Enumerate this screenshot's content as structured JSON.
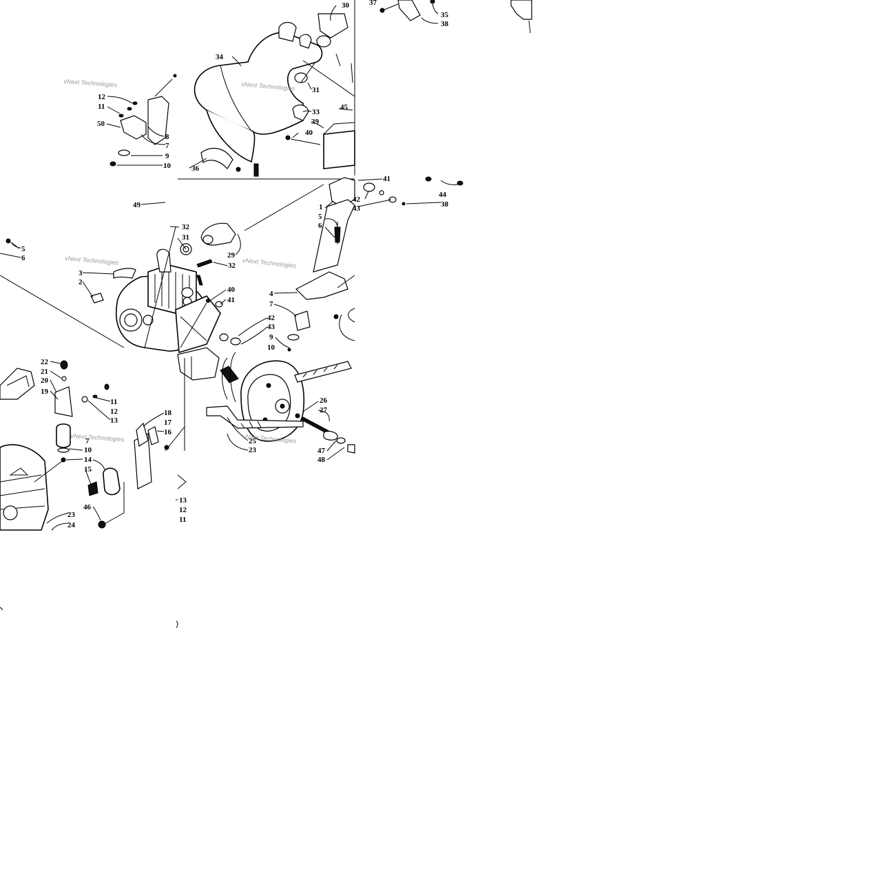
{
  "watermark": "vNext Technologies",
  "watermarks": [
    {
      "id": "wm1"
    },
    {
      "id": "wm2"
    },
    {
      "id": "wm3"
    },
    {
      "id": "wm4"
    },
    {
      "id": "wm5"
    },
    {
      "id": "wm6"
    }
  ],
  "callouts": [
    {
      "id": "c30a",
      "label": "30"
    },
    {
      "id": "c37a",
      "label": "37"
    },
    {
      "id": "c35a",
      "label": "35"
    },
    {
      "id": "c38a",
      "label": "38"
    },
    {
      "id": "c34",
      "label": "34"
    },
    {
      "id": "c31a",
      "label": "31"
    },
    {
      "id": "c33",
      "label": "33"
    },
    {
      "id": "c45",
      "label": "45"
    },
    {
      "id": "c39",
      "label": "39"
    },
    {
      "id": "c40a",
      "label": "40"
    },
    {
      "id": "c12a",
      "label": "12"
    },
    {
      "id": "c11a",
      "label": "11"
    },
    {
      "id": "c50",
      "label": "50"
    },
    {
      "id": "c8a",
      "label": "8"
    },
    {
      "id": "c7a",
      "label": "7"
    },
    {
      "id": "c9a",
      "label": "9"
    },
    {
      "id": "c10a",
      "label": "10"
    },
    {
      "id": "c36",
      "label": "36"
    },
    {
      "id": "c41a",
      "label": "41"
    },
    {
      "id": "c42a",
      "label": "42"
    },
    {
      "id": "c43a",
      "label": "43"
    },
    {
      "id": "c1",
      "label": "1"
    },
    {
      "id": "c44",
      "label": "44"
    },
    {
      "id": "c38b",
      "label": "38"
    },
    {
      "id": "c49",
      "label": "49"
    },
    {
      "id": "c5a",
      "label": "5"
    },
    {
      "id": "c6a",
      "label": "6"
    },
    {
      "id": "c32a",
      "label": "32"
    },
    {
      "id": "c31b",
      "label": "31"
    },
    {
      "id": "c29",
      "label": "29"
    },
    {
      "id": "c32b",
      "label": "32"
    },
    {
      "id": "c5b",
      "label": "5"
    },
    {
      "id": "c6b",
      "label": "6"
    },
    {
      "id": "c3",
      "label": "3"
    },
    {
      "id": "c2",
      "label": "2"
    },
    {
      "id": "c40b",
      "label": "40"
    },
    {
      "id": "c41b",
      "label": "41"
    },
    {
      "id": "c4",
      "label": "4"
    },
    {
      "id": "c7b",
      "label": "7"
    },
    {
      "id": "c42b",
      "label": "42"
    },
    {
      "id": "c43b",
      "label": "43"
    },
    {
      "id": "c9b",
      "label": "9"
    },
    {
      "id": "c10b",
      "label": "10"
    },
    {
      "id": "c22",
      "label": "22"
    },
    {
      "id": "c21",
      "label": "21"
    },
    {
      "id": "c20",
      "label": "20"
    },
    {
      "id": "c19",
      "label": "19"
    },
    {
      "id": "c11b",
      "label": "11"
    },
    {
      "id": "c12b",
      "label": "12"
    },
    {
      "id": "c13a",
      "label": "13"
    },
    {
      "id": "c7c",
      "label": "7"
    },
    {
      "id": "c10c",
      "label": "10"
    },
    {
      "id": "c14",
      "label": "14"
    },
    {
      "id": "c15",
      "label": "15"
    },
    {
      "id": "c18",
      "label": "18"
    },
    {
      "id": "c17",
      "label": "17"
    },
    {
      "id": "c16",
      "label": "16"
    },
    {
      "id": "c26",
      "label": "26"
    },
    {
      "id": "c27",
      "label": "27"
    },
    {
      "id": "c25",
      "label": "25"
    },
    {
      "id": "c23a",
      "label": "23"
    },
    {
      "id": "c47",
      "label": "47"
    },
    {
      "id": "c48",
      "label": "48"
    },
    {
      "id": "c46",
      "label": "46"
    },
    {
      "id": "c23b",
      "label": "23"
    },
    {
      "id": "c24",
      "label": "24"
    },
    {
      "id": "c13b",
      "label": "13"
    },
    {
      "id": "c12c",
      "label": "12"
    },
    {
      "id": "c11c",
      "label": "11"
    }
  ]
}
